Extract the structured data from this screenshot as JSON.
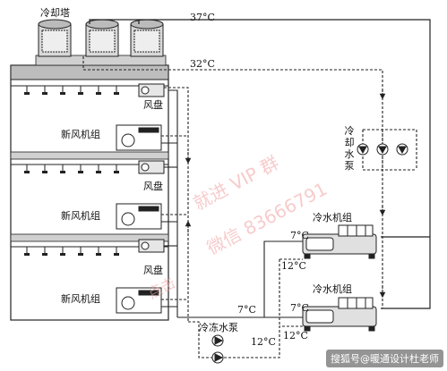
{
  "labels": {
    "cooling_tower": "冷却塔",
    "temp_37": "37°C",
    "temp_32": "32°C",
    "fan_coil": "风盘",
    "fresh_air_unit": "新风机组",
    "cooling_water_pump": "冷却水泵",
    "chiller": "冷水机组",
    "temp_7": "7°C",
    "temp_12": "12°C",
    "chilled_water_pump": "冷冻水泵"
  },
  "watermark": {
    "line1": "就进 VIP 群",
    "line2": "微信 83666791",
    "line3": "点击"
  },
  "credit": "搜狐号@暖通设计杜老师",
  "colors": {
    "line": "#222222",
    "building_fill": "#c9c9c9",
    "floor_fill": "#d8d8d8",
    "watermark": "#f0a0a0"
  }
}
